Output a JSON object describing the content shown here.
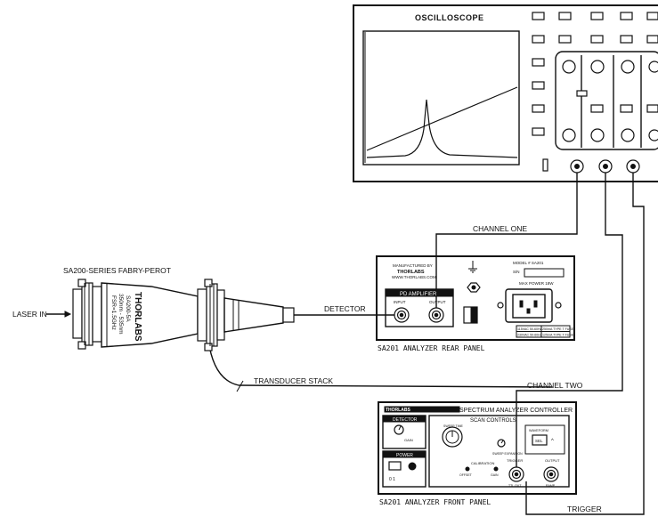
{
  "oscilloscope": {
    "title": "OSCILLOSCOPE"
  },
  "fabry_perot": {
    "title": "SA200-SERIES FABRY-PEROT",
    "brand": "THORLABS",
    "model_line1": "SA200-5A",
    "model_line2": "350nm - 535nm",
    "model_line3": "FSR=1.5GHz"
  },
  "labels": {
    "laser_in": "LASER IN",
    "detector": "DETECTOR",
    "transducer_stack": "TRANSDUCER STACK",
    "channel_one": "CHANNEL ONE",
    "channel_two": "CHANNEL TWO",
    "trigger": "TRIGGER"
  },
  "rear_panel": {
    "caption": "SA201 ANALYZER REAR PANEL",
    "manufactured_by": "MANUFACTURED BY",
    "brand": "THORLABS",
    "website": "WWW.THORLABS.COM",
    "amp_title": "PD AMPLIFIER",
    "input_label": "INPUT",
    "output_label": "OUTPUT",
    "model_label": "MODEL # SA201",
    "sn_label": "S/N",
    "max_power": "MAX POWER 18W",
    "fuse_row1_left": "115VAC 50-60Hz",
    "fuse_row1_right": "250mA TYPE T FUSE",
    "fuse_row2_left": "230VAC 50-60Hz",
    "fuse_row2_right": "125mA TYPE T FUSE"
  },
  "front_panel": {
    "caption": "SA201 ANALYZER FRONT PANEL",
    "brand": "THORLABS",
    "title": "SPECTRUM ANALYZER CONTROLLER",
    "detector_section": "DETECTOR",
    "gain_label": "GAIN",
    "power_section": "POWER",
    "scan_controls": "SCAN CONTROLS",
    "sweep_time": "SWEEP TIME",
    "sweep_expansion": "SWEEP EXPANSION",
    "waveform": "WAVEFORM",
    "sel_label": "SEL",
    "calibration": "CALIBRATION",
    "trigger_label": "TRIGGER",
    "output_label": "OUTPUT",
    "trig_out": "TTL OUT",
    "ramp_out": "RAMP"
  },
  "colors": {
    "ink": "#111111",
    "paper": "#ffffff"
  }
}
